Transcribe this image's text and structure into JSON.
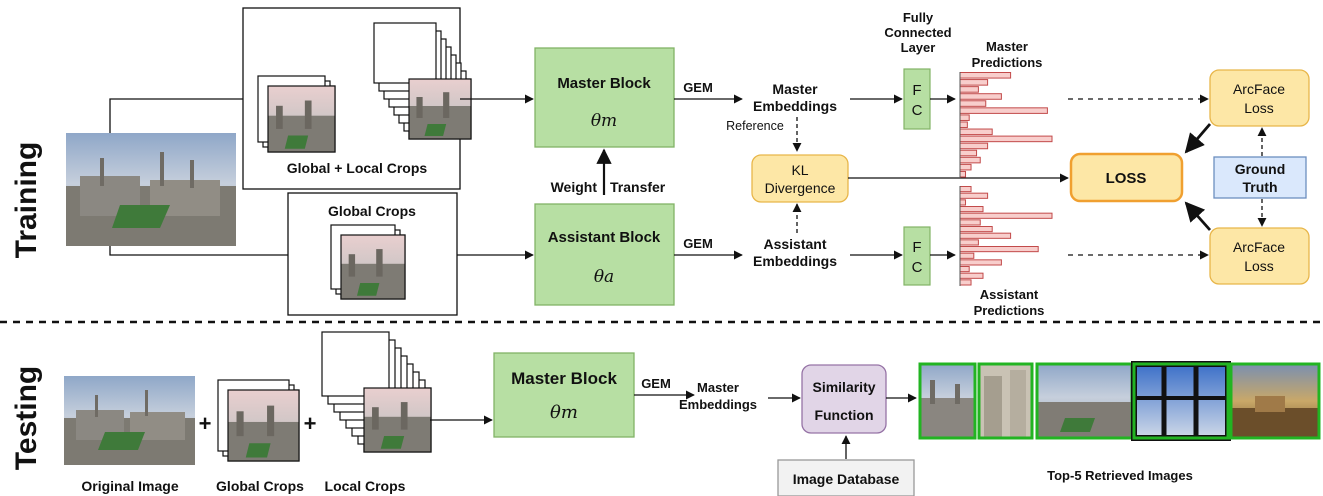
{
  "sections": {
    "training": "Training",
    "testing": "Testing"
  },
  "colors": {
    "block_green_fill": "#b7dfa3",
    "block_green_stroke": "#82b366",
    "loss_yellow_fill": "#fde7a6",
    "loss_yellow_stroke": "#e8b64a",
    "loss_main_stroke": "#f0a030",
    "ground_truth_fill": "#dae8fc",
    "ground_truth_stroke": "#6c8ebf",
    "similarity_fill": "#e1d5e7",
    "similarity_stroke": "#9673a6",
    "bar_fill": "#f8cecc",
    "bar_stroke": "#c24a4a",
    "retrieved_border": "#22b422"
  },
  "training": {
    "crop_box_top_label": "Global + Local Crops",
    "crop_box_bottom_label": "Global Crops",
    "master_block": {
      "title": "Master Block",
      "param": "θm"
    },
    "assistant_block": {
      "title": "Assistant Block",
      "param": "θa"
    },
    "gem_top": "GEM",
    "gem_bottom": "GEM",
    "weight_transfer": [
      "Weight",
      "Transfer"
    ],
    "master_embeddings": [
      "Master",
      "Embeddings"
    ],
    "assistant_embeddings": [
      "Assistant",
      "Embeddings"
    ],
    "reference": "Reference",
    "kl_divergence": [
      "KL",
      "Divergence"
    ],
    "fc_header": [
      "Fully",
      "Connected",
      "Layer"
    ],
    "fc_letters": [
      "F",
      "C"
    ],
    "master_predictions": [
      "Master",
      "Predictions"
    ],
    "assistant_predictions": [
      "Assistant",
      "Predictions"
    ],
    "arcface_top": [
      "ArcFace",
      "Loss"
    ],
    "arcface_bottom": [
      "ArcFace",
      "Loss"
    ],
    "loss": "LOSS",
    "ground_truth": [
      "Ground",
      "Truth"
    ],
    "master_bar_lengths": [
      0.55,
      0.3,
      0.2,
      0.45,
      0.28,
      0.95,
      0.1,
      0.08,
      0.35,
      1.0,
      0.3,
      0.18,
      0.22,
      0.12,
      0.06
    ],
    "assistant_bar_lengths": [
      0.12,
      0.3,
      0.06,
      0.25,
      1.0,
      0.22,
      0.35,
      0.55,
      0.2,
      0.85,
      0.15,
      0.45,
      0.1,
      0.25,
      0.12
    ]
  },
  "testing": {
    "master_block": {
      "title": "Master Block",
      "param": "θm"
    },
    "gem": "GEM",
    "master_embeddings": [
      "Master",
      "Embeddings"
    ],
    "similarity": [
      "Similarity",
      "Function"
    ],
    "image_database": "Image Database",
    "plus": "+",
    "original_image_label": "Original Image",
    "global_crops_label": "Global Crops",
    "local_crops_label": "Local Crops",
    "retrieved_label": "Top-5 Retrieved Images"
  }
}
